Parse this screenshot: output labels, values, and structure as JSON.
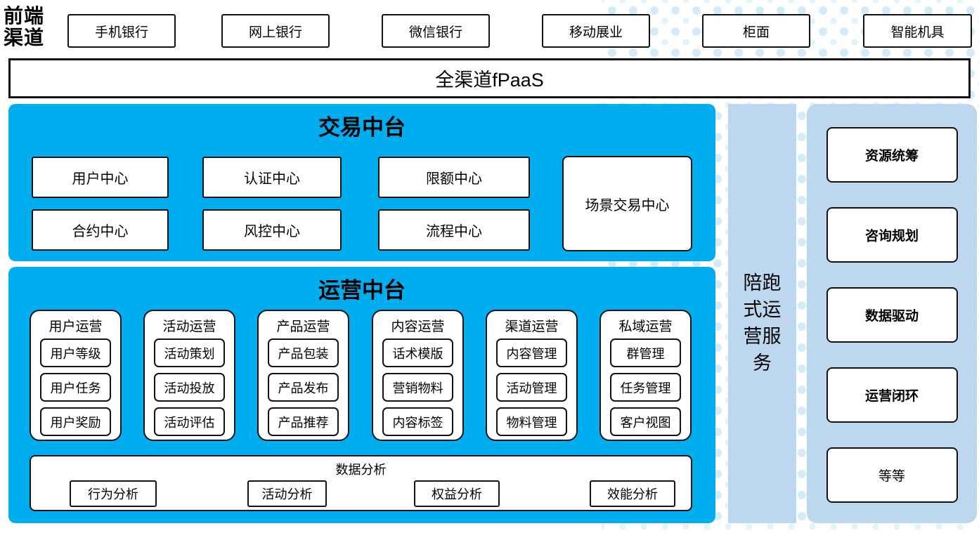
{
  "colors": {
    "accent_blue": "#00AEEF",
    "light_blue": "#BDD7EE",
    "dot_blue": "#D4ECFA",
    "box_border": "#111111"
  },
  "header": {
    "label": "前端渠道",
    "channels": [
      "手机银行",
      "网上银行",
      "微信银行",
      "移动展业",
      "柜面",
      "智能机具"
    ]
  },
  "fpaas_bar": {
    "label": "全渠道fPaaS"
  },
  "trade_platform": {
    "title": "交易中台",
    "centers_row1": [
      "用户中心",
      "认证中心",
      "限额中心"
    ],
    "centers_row2": [
      "合约中心",
      "风控中心",
      "流程中心"
    ],
    "scene_center": "场景交易中心"
  },
  "operation_platform": {
    "title": "运营中台",
    "columns": [
      {
        "header": "用户运营",
        "items": [
          "用户等级",
          "用户任务",
          "用户奖励"
        ]
      },
      {
        "header": "活动运营",
        "items": [
          "活动策划",
          "活动投放",
          "活动评估"
        ]
      },
      {
        "header": "产品运营",
        "items": [
          "产品包装",
          "产品发布",
          "产品推荐"
        ]
      },
      {
        "header": "内容运营",
        "items": [
          "话术模版",
          "营销物料",
          "内容标签"
        ]
      },
      {
        "header": "渠道运营",
        "items": [
          "内容管理",
          "活动管理",
          "物料管理"
        ]
      },
      {
        "header": "私域运营",
        "items": [
          "群管理",
          "任务管理",
          "客户视图"
        ]
      }
    ],
    "data_analysis": {
      "header": "数据分析",
      "items": [
        "行为分析",
        "活动分析",
        "权益分析",
        "效能分析"
      ]
    }
  },
  "side_bar": {
    "label": "陪跑式运营服务"
  },
  "right_panel": {
    "items": [
      "资源统筹",
      "咨询规划",
      "数据驱动",
      "运营闭环",
      "等等"
    ]
  }
}
